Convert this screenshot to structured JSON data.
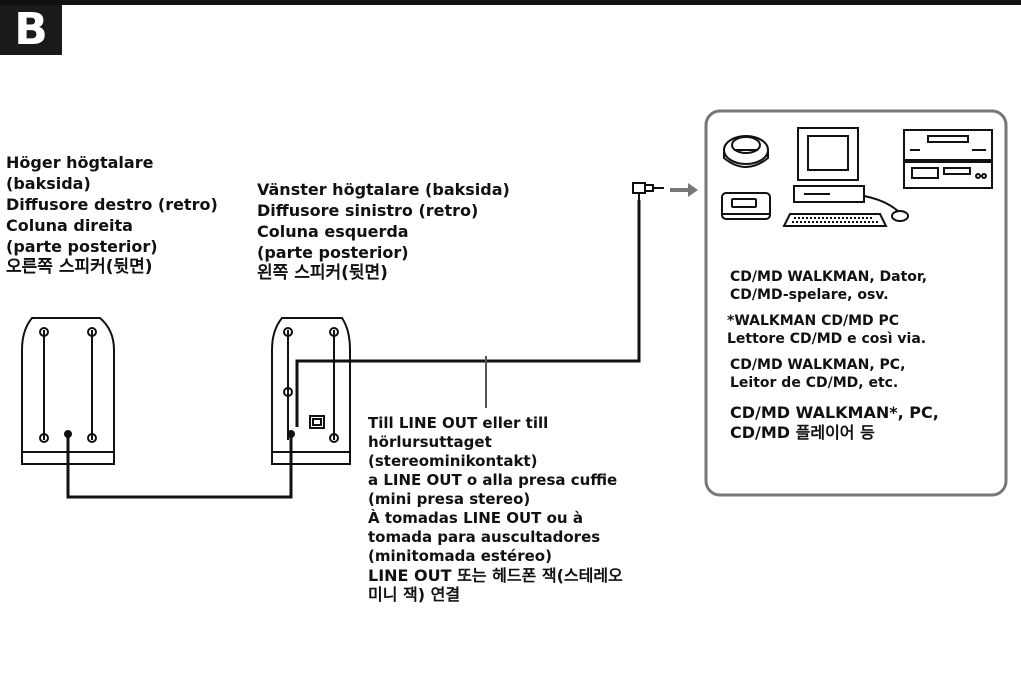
{
  "section_letter": "B",
  "labels": {
    "right_speaker": {
      "lines": [
        "Höger högtalare",
        "(baksida)",
        "Diffusore destro (retro)",
        "Coluna direita",
        "(parte posterior)",
        "오른쪽 스피커(뒷면)"
      ]
    },
    "left_speaker": {
      "lines": [
        "Vänster högtalare (baksida)",
        "Diffusore sinistro (retro)",
        "Coluna esquerda",
        "(parte posterior)",
        "왼쪽 스피커(뒷면)"
      ]
    },
    "jack": {
      "lines": [
        "Till LINE OUT eller till",
        "hörlursuttaget",
        "(stereominikontakt)",
        "a LINE OUT o alla presa cuffie",
        "(mini presa stereo)",
        "À tomadas LINE OUT ou à",
        "tomada para auscultadores",
        "(minitomada estéreo)",
        "LINE OUT 또는 헤드폰 잭(스테레오",
        "미니 잭) 연결"
      ]
    }
  },
  "sources": {
    "sv": [
      "CD/MD WALKMAN, Dator,",
      "CD/MD-spelare, osv."
    ],
    "it": [
      "*WALKMAN CD/MD PC",
      "Lettore CD/MD e così via."
    ],
    "pt": [
      "CD/MD WALKMAN, PC,",
      "Leitor de CD/MD, etc."
    ],
    "ko": [
      "CD/MD WALKMAN*, PC,",
      "CD/MD 플레이어 등"
    ]
  },
  "icons": [
    "cd-walkman-icon",
    "md-walkman-icon",
    "personal-computer-icon",
    "cd-md-player-icon",
    "stereo-mini-plug-icon"
  ]
}
